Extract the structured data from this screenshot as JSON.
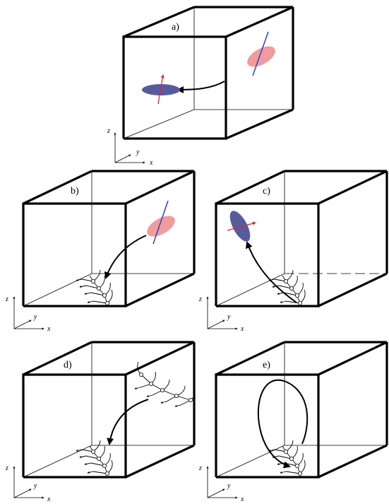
{
  "panels": [
    {
      "id": "a",
      "label": "a)"
    },
    {
      "id": "b",
      "label": "b)"
    },
    {
      "id": "c",
      "label": "c)"
    },
    {
      "id": "d",
      "label": "d)"
    },
    {
      "id": "e",
      "label": "e)"
    }
  ],
  "axes": {
    "z": "z",
    "y": "y",
    "x": "x"
  },
  "colors": {
    "pink_ellipse": "#f08a8c",
    "blue_ellipse": "#575b9e",
    "blue_axis": "#3a47c9",
    "red_axis": "#d6283a"
  }
}
